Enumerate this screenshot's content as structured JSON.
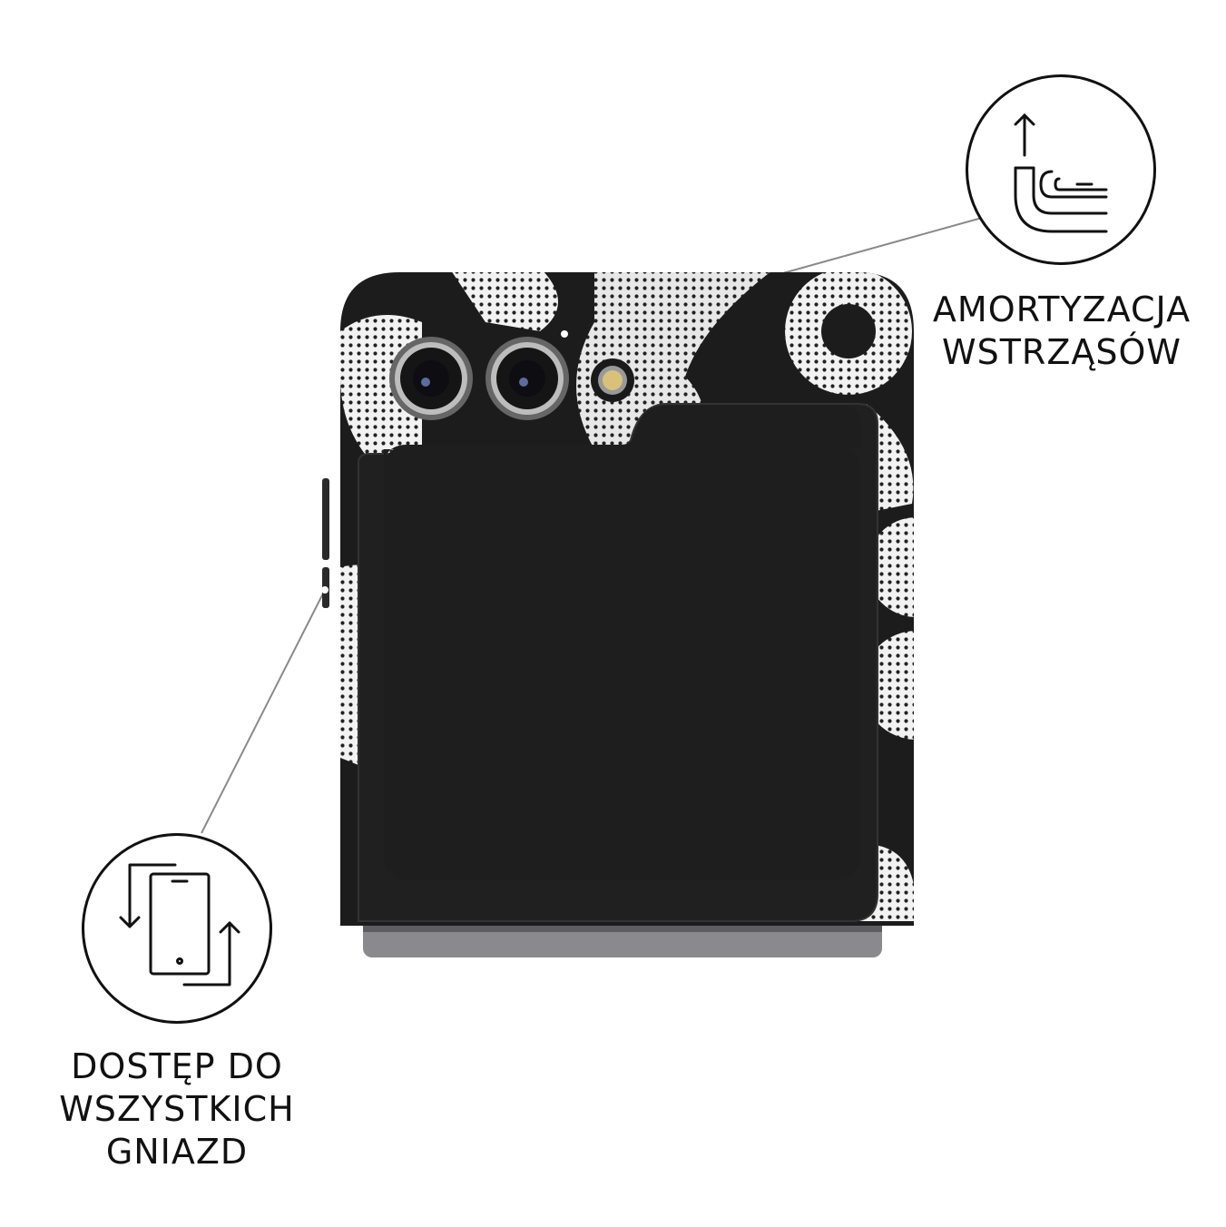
{
  "features": {
    "shock_absorption": {
      "icon": "shock-absorption-icon",
      "line1": "AMORTYZACJA",
      "line2": "WSTRZĄSÓW"
    },
    "port_access": {
      "icon": "port-access-icon",
      "lines": [
        "DOSTĘP DO",
        "WSZYSTKICH",
        "GNIAZD"
      ]
    }
  },
  "colors": {
    "case_black": "#1c1c1c",
    "pattern_white": "#f2f2f2",
    "hinge_gray": "#8a8a8e",
    "ink": "#111111"
  }
}
